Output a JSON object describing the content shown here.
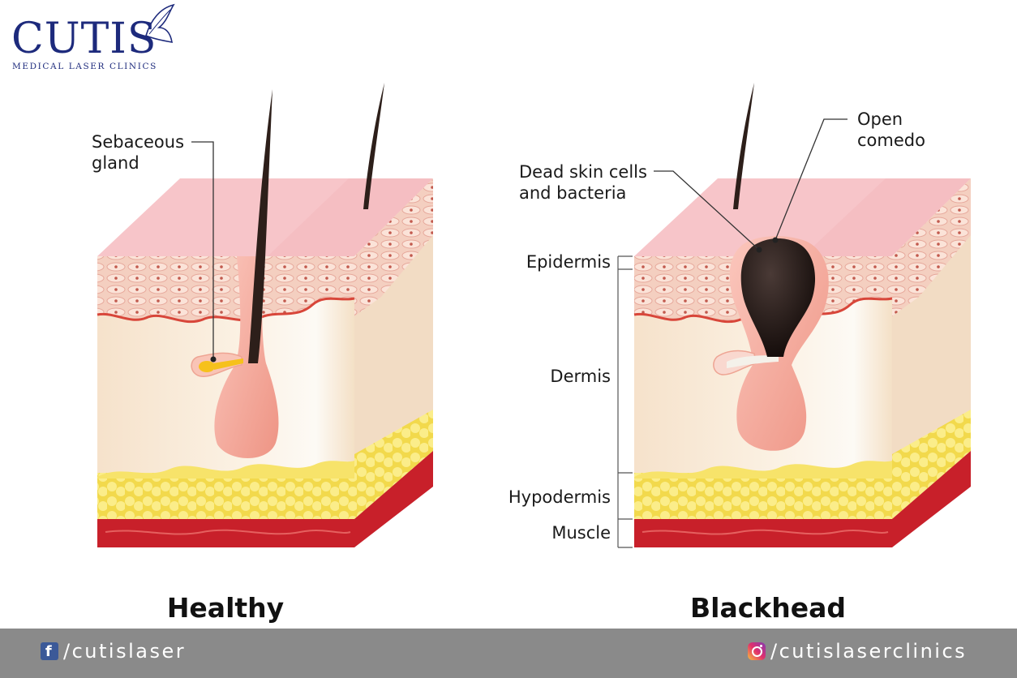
{
  "logo": {
    "name": "CUTIS",
    "subtitle": "MEDICAL LASER CLINICS"
  },
  "diagrams": {
    "healthy": {
      "caption": "Healthy",
      "labels": {
        "sebaceous_gland_line1": "Sebaceous",
        "sebaceous_gland_line2": "gland"
      }
    },
    "blackhead": {
      "caption": "Blackhead",
      "labels": {
        "open_comedo_line1": "Open",
        "open_comedo_line2": "comedo",
        "dead_skin_line1": "Dead skin cells",
        "dead_skin_line2": "and bacteria"
      }
    }
  },
  "layers": {
    "epidermis": "Epidermis",
    "dermis": "Dermis",
    "hypodermis": "Hypodermis",
    "muscle": "Muscle"
  },
  "footer": {
    "facebook_handle": "/cutislaser",
    "instagram_handle": "/cutislaserclinics"
  },
  "colors": {
    "brand_navy": "#1d2a7c",
    "skin_top": "#f6c4c8",
    "epidermis": "#f3cdbd",
    "dermis": "#f8ead6",
    "fat": "#f7e36a",
    "muscle": "#c8202a",
    "blackhead": "#1e1412",
    "footer_bg": "#8a8a8a"
  }
}
